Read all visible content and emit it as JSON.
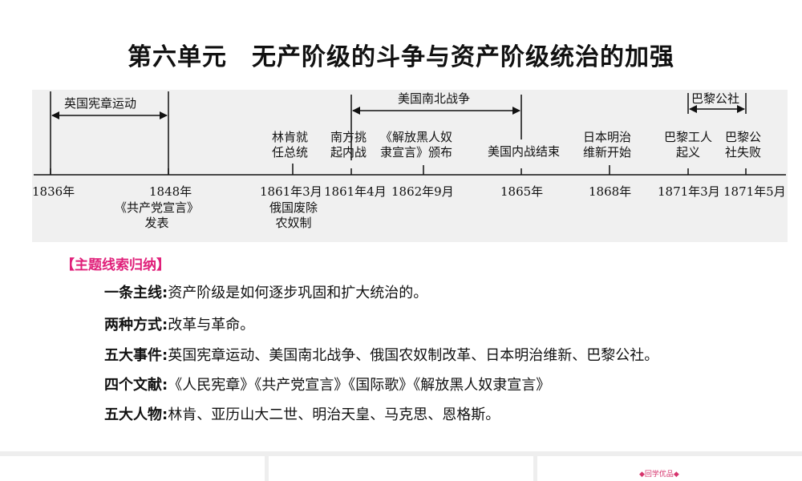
{
  "title": "第六单元　无产阶级的斗争与资产阶级统治的加强",
  "timeline": {
    "periods": [
      {
        "label": "英国宪章运动"
      },
      {
        "label": "美国南北战争"
      },
      {
        "label": "巴黎公社"
      }
    ],
    "events_above": [
      {
        "label": "林肯就\n任总统"
      },
      {
        "label": "南方挑\n起内战"
      },
      {
        "label": "《解放黑人奴\n隶宣言》颁布"
      },
      {
        "label": "美国内战结束"
      },
      {
        "label": "日本明治\n维新开始"
      },
      {
        "label": "巴黎工人\n起义"
      },
      {
        "label": "巴黎公\n社失败"
      }
    ],
    "years": [
      "1836年",
      "1848年",
      "1861年3月",
      "1861年4月",
      "1862年9月",
      "1865年",
      "1868年",
      "1871年3月",
      "1871年5月"
    ],
    "events_below": [
      {
        "label": "《共产党宣言》\n发表"
      },
      {
        "label": "俄国废除\n农奴制"
      }
    ]
  },
  "summary": {
    "heading": "【主题线索归纳】",
    "items": [
      {
        "key": "一条主线:",
        "value": "资产阶级是如何逐步巩固和扩大统治的。"
      },
      {
        "key": "两种方式:",
        "value": "改革与革命。"
      },
      {
        "key": "五大事件:",
        "value": "英国宪章运动、美国南北战争、俄国农奴制改革、日本明治维新、巴黎公社。"
      },
      {
        "key": "四个文献:",
        "value": "《人民宪章》《共产党宣言》《国际歌》《解放黑人奴隶宣言》"
      },
      {
        "key": "五大人物:",
        "value": "林肯、亚历山大二世、明治天皇、马克思、恩格斯。"
      }
    ]
  },
  "footer": {
    "logo_text": "◆回学优品◆"
  },
  "colors": {
    "accent": "#e0207a",
    "timeline_bg": "#f0f0f0"
  }
}
